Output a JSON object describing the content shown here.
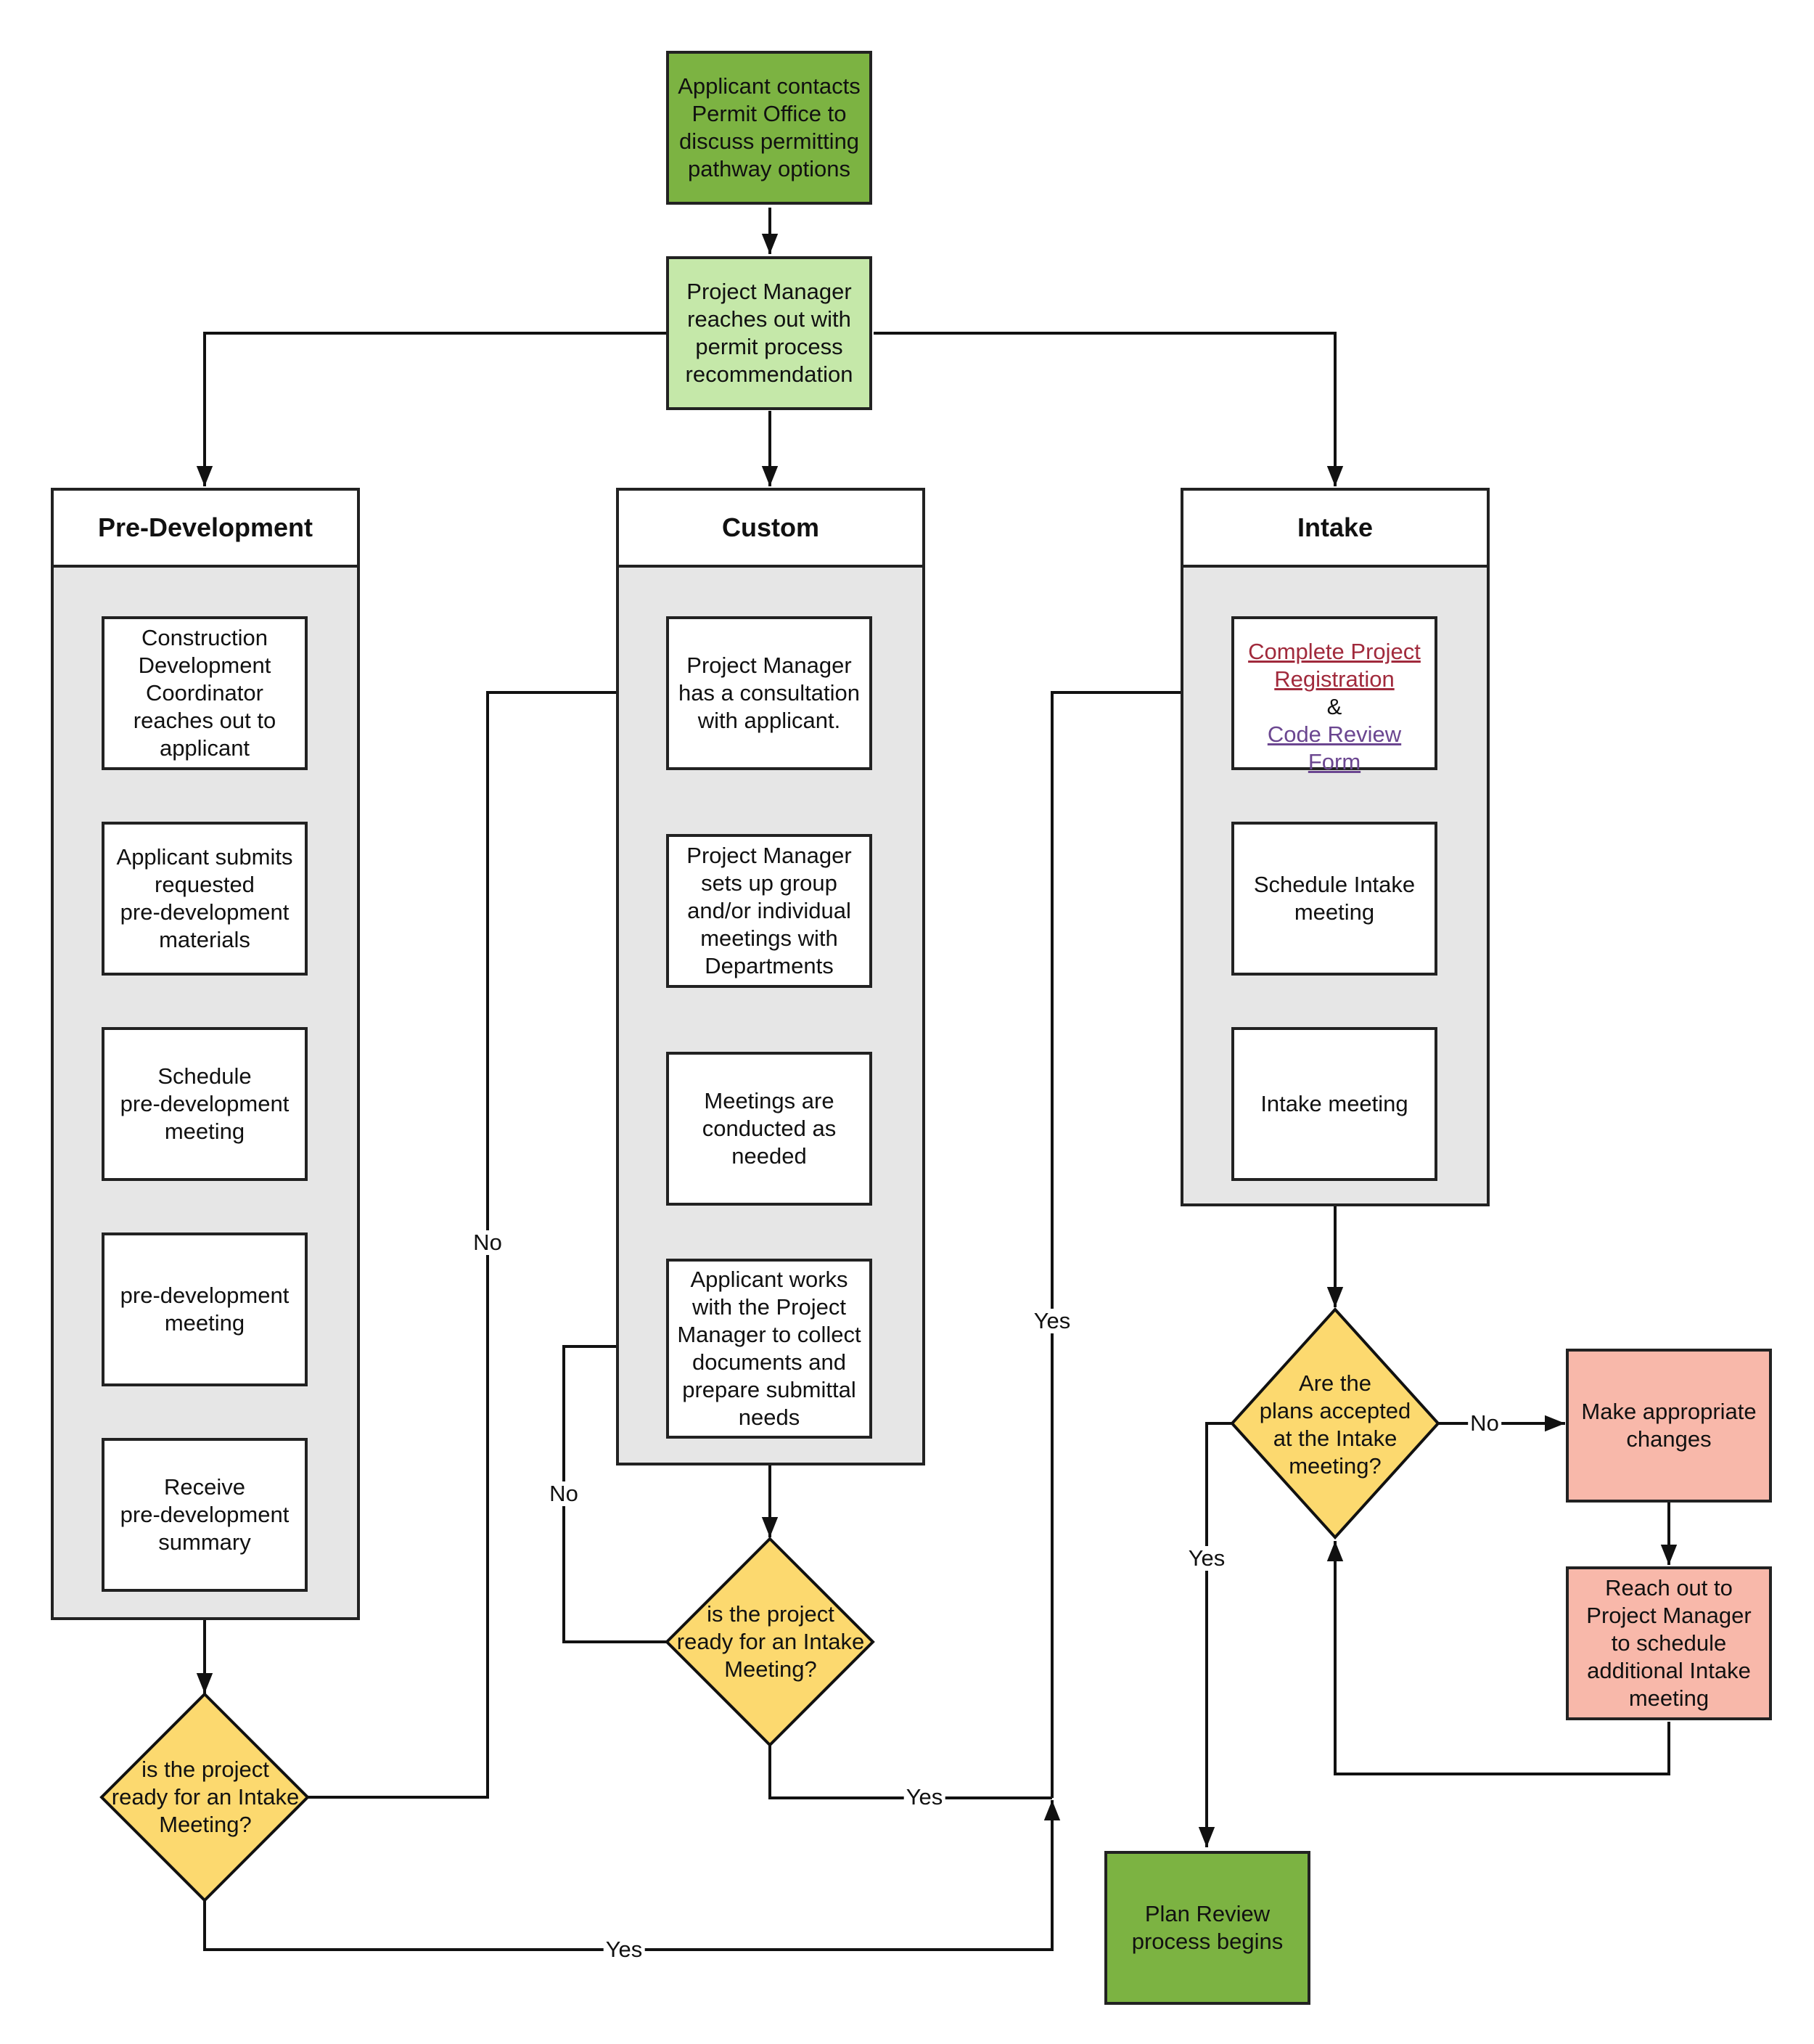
{
  "nodes": {
    "start": "Applicant contacts\nPermit Office to\ndiscuss permitting\npathway options",
    "pm_reach": "Project Manager\nreaches out with\npermit process\nrecommendation",
    "end": "Plan Review\nprocess begins"
  },
  "lanes": {
    "predev": {
      "title": "Pre-Development",
      "steps": [
        "Construction\nDevelopment\nCoordinator\nreaches out to\napplicant",
        "Applicant submits\nrequested\npre-development\nmaterials",
        "Schedule\npre-development\nmeeting",
        "pre-development\nmeeting",
        "Receive\npre-development\nsummary"
      ]
    },
    "custom": {
      "title": "Custom",
      "steps": [
        "Project Manager\nhas a consultation\nwith applicant.",
        "Project Manager\nsets up group\nand/or individual\nmeetings with\nDepartments",
        "Meetings are\nconducted as\nneeded",
        "Applicant works\nwith the Project\nManager to collect\ndocuments and\nprepare submittal\nneeds"
      ]
    },
    "intake": {
      "title": "Intake",
      "registration": {
        "link1": "Complete Project Registration",
        "amp": "&",
        "link2": "Code Review Form"
      },
      "steps": [
        "Schedule Intake\nmeeting",
        "Intake meeting"
      ]
    }
  },
  "decisions": {
    "predev": "is the project\nready for an Intake\nMeeting?",
    "custom": "is the project\nready for an Intake\nMeeting?",
    "intake": "Are  the\nplans accepted\nat the Intake\nmeeting?"
  },
  "changes": {
    "make": "Make appropriate\nchanges",
    "reach": "Reach out to\nProject Manager\nto schedule\nadditional Intake\nmeeting"
  },
  "edge_labels": {
    "no": "No",
    "yes": "Yes"
  },
  "colors": {
    "start_green": "#7cb342",
    "light_green": "#c5e8a9",
    "decision_yellow": "#fcd96f",
    "salmon": "#f8b8aa",
    "lane_gray": "#e6e6e6",
    "link_red": "#a12a3c",
    "link_purple": "#6b4690"
  }
}
